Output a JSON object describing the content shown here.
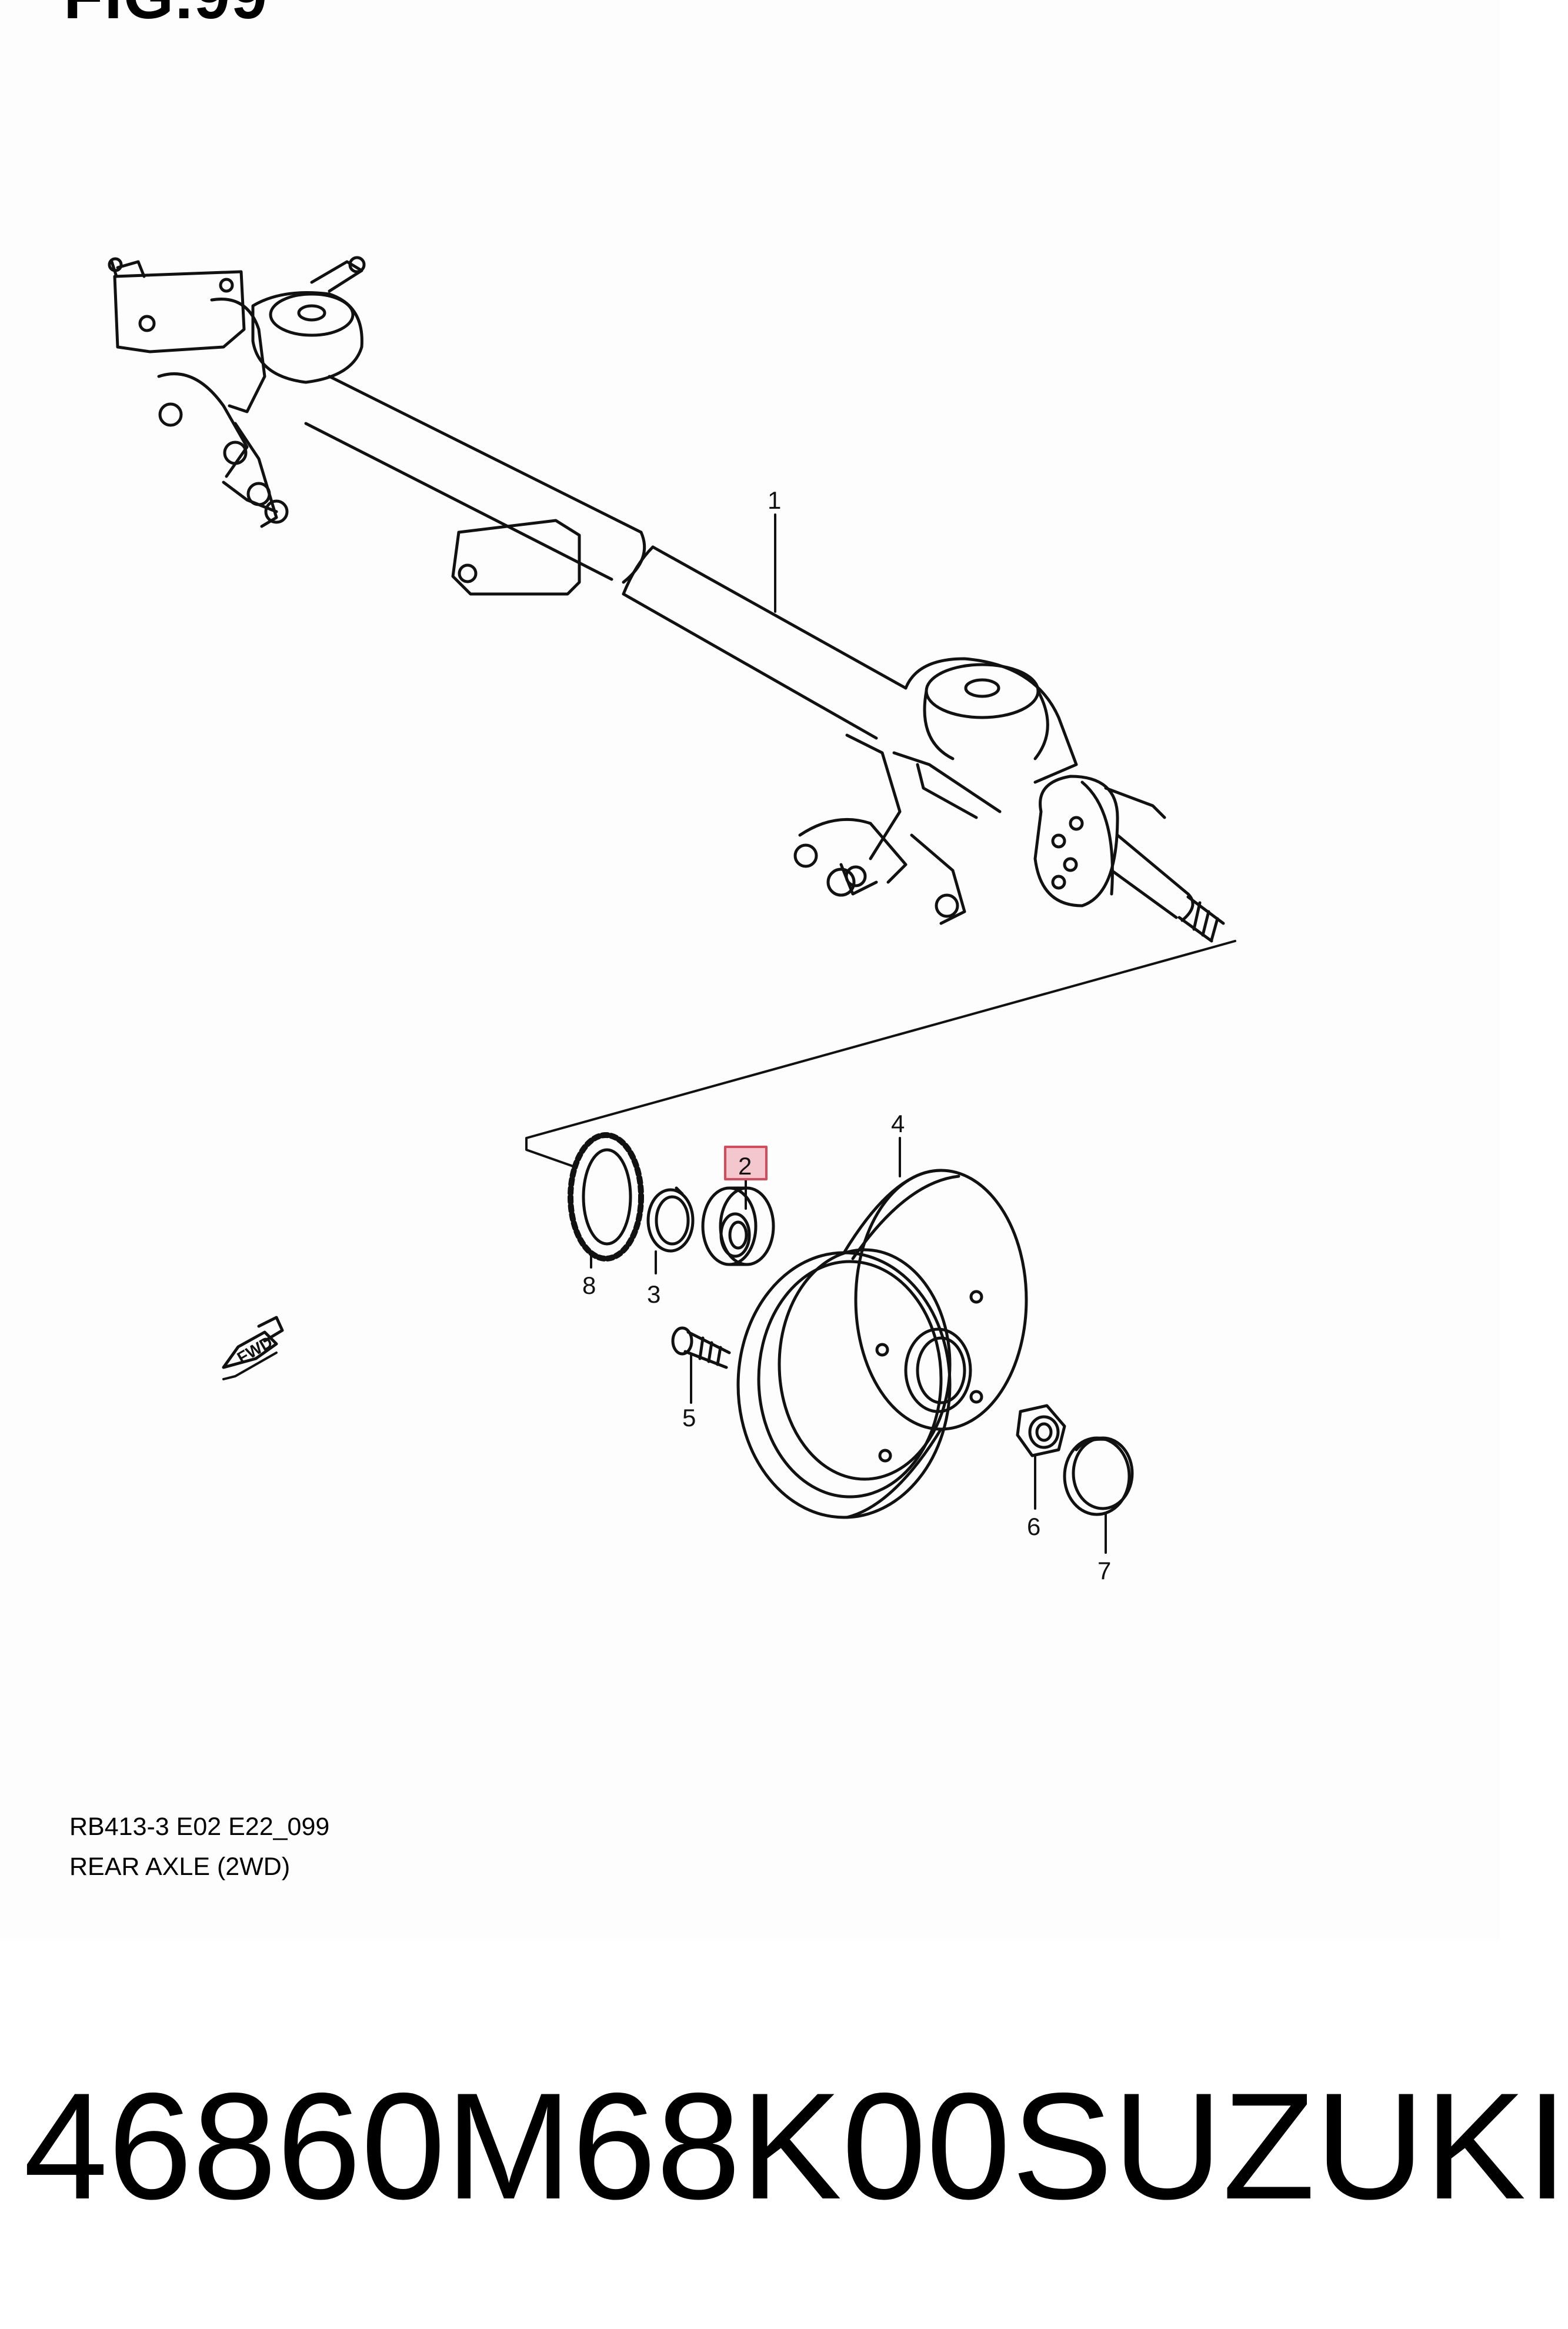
{
  "figure": {
    "title": "FIG.99",
    "code": "RB413-3 E02 E22_099",
    "name": "REAR AXLE (2WD)",
    "fwd_label": "FWD",
    "highlight_color": "#f4c7cf",
    "highlighted_callout": "2",
    "callouts": [
      "1",
      "2",
      "3",
      "4",
      "5",
      "6",
      "7",
      "8"
    ]
  },
  "product": {
    "part_number": "46860M68K00",
    "brand": "SUZUKI"
  }
}
